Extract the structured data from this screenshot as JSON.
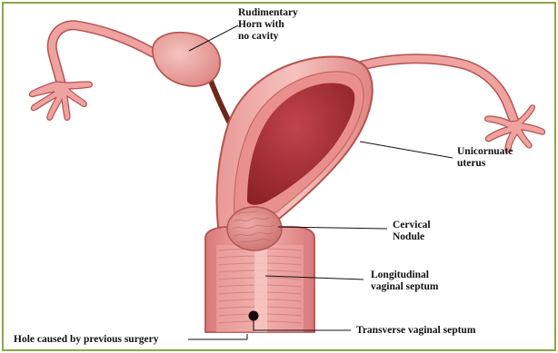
{
  "colors": {
    "border": "#8aa646",
    "tissue_light": "#f2b8b4",
    "tissue_mid": "#e48a88",
    "tissue_dark": "#c86866",
    "cavity": "#a92e33",
    "outline": "#b5524f",
    "duct": "#6b2a1c",
    "hole": "#1a0808"
  },
  "labels": {
    "rudimentary_horn": "Rudimentary\nHorn with\nno cavity",
    "unicornuate_uterus": "Unicornuate\nuterus",
    "cervical_nodule": "Cervical\nNodule",
    "longitudinal_septum": "Longitudinal\nvaginal septum",
    "transverse_septum": "Transverse vaginal septum",
    "hole": "Hole caused by previous surgery"
  }
}
